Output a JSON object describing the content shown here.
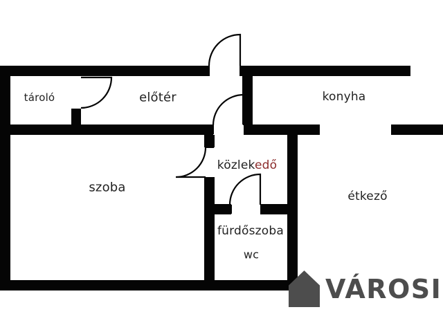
{
  "plan": {
    "background": "#ffffff",
    "wall_color": "#050505",
    "label_color": "#222222",
    "rooms": {
      "tarolo": {
        "label": "tároló"
      },
      "eloter": {
        "label": "előtér"
      },
      "konyha": {
        "label": "konyha"
      },
      "szoba": {
        "label": "szoba"
      },
      "kozlekedo": {
        "label_black": "közlek",
        "label_red": "edő",
        "red_color": "#8b2b2b"
      },
      "etkezo": {
        "label": "étkező"
      },
      "furdoszoba": {
        "label": "fürdőszoba"
      },
      "wc": {
        "label": "wc"
      }
    },
    "watermark": {
      "text": "VÁROSI",
      "color": "#4d4d4d"
    }
  }
}
